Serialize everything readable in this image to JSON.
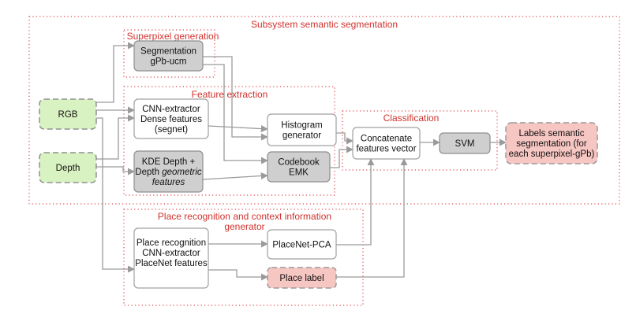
{
  "colors": {
    "input_fill": "#d9f2c2",
    "input_stroke": "#909090",
    "process_fill": "#ffffff",
    "process_stroke": "#a0a0a0",
    "gray_fill": "#cfcfcf",
    "gray_stroke": "#8f8f8f",
    "output_fill": "#f6c6c2",
    "output_stroke": "#9a9a9a",
    "group_label": "#d0312d",
    "group_border": "#e0454f",
    "arrow": "#9a9a9a"
  },
  "groups": {
    "subsystem": {
      "label": [
        "Subsystem semantic segmentation"
      ]
    },
    "superpixel": {
      "label": [
        "Superpixel generation"
      ]
    },
    "feature_extraction": {
      "label": [
        "Feature extraction"
      ]
    },
    "classification": {
      "label": [
        "Classification"
      ]
    },
    "place_recognition": {
      "label": [
        "Place recognition and context information",
        "generator"
      ]
    }
  },
  "nodes": {
    "rgb": {
      "lines": [
        "RGB"
      ]
    },
    "depth": {
      "lines": [
        "Depth"
      ]
    },
    "segmentation": {
      "lines": [
        "Segmentation",
        "gPb-ucm"
      ]
    },
    "cnn_extractor": {
      "lines": [
        "CNN-extractor",
        "Dense features",
        "(segnet)"
      ]
    },
    "kde_depth": {
      "lines": [
        "KDE Depth +",
        "Depth geometric",
        "features"
      ]
    },
    "histogram": {
      "lines": [
        "Histogram",
        "generator"
      ]
    },
    "codebook": {
      "lines": [
        "Codebook",
        "EMK"
      ]
    },
    "concatenate": {
      "lines": [
        "Concatenate",
        "features vector"
      ]
    },
    "svm": {
      "lines": [
        "SVM"
      ]
    },
    "labels": {
      "lines": [
        "Labels semantic",
        "segmentation (for",
        "each superpixel-gPb)"
      ]
    },
    "place_recognition": {
      "lines": [
        "Place recognition",
        "CNN-extractor",
        "PlaceNet features"
      ]
    },
    "placenet_pca": {
      "lines": [
        "PlaceNet-PCA"
      ]
    },
    "place_label": {
      "lines": [
        "Place label"
      ]
    }
  }
}
